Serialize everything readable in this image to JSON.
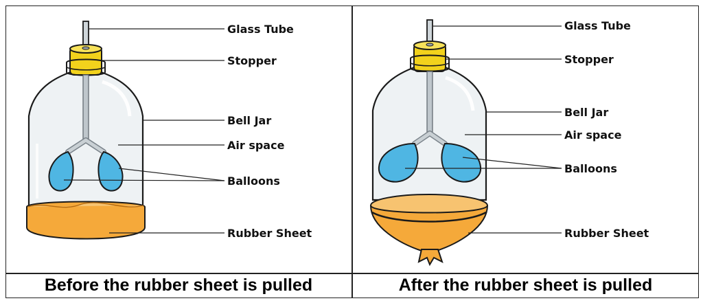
{
  "panels": [
    {
      "caption": "Before the rubber sheet is pulled",
      "labels": {
        "glass_tube": "Glass Tube",
        "stopper": "Stopper",
        "bell_jar": "Bell Jar",
        "air_space": "Air space",
        "balloons": "Balloons",
        "rubber_sheet": "Rubber Sheet"
      }
    },
    {
      "caption": "After the rubber sheet is pulled",
      "labels": {
        "glass_tube": "Glass Tube",
        "stopper": "Stopper",
        "bell_jar": "Bell Jar",
        "air_space": "Air space",
        "balloons": "Balloons",
        "rubber_sheet": "Rubber Sheet"
      }
    }
  ],
  "colors": {
    "stopper": "#f2d21c",
    "balloon": "#4fb6e3",
    "rubber_sheet": "#f5a93a",
    "glass": "#e8edf0"
  }
}
